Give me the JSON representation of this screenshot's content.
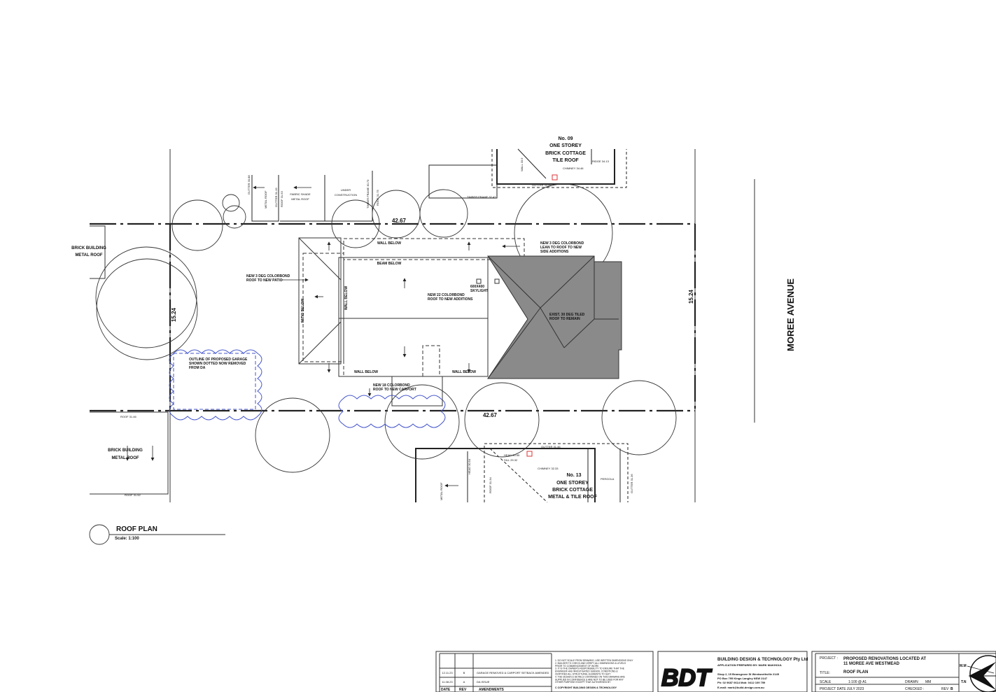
{
  "plan": {
    "lot_dim_top": "42.67",
    "lot_dim_bottom": "42.67",
    "lot_dim_left": "15.24",
    "lot_dim_right": "15.24",
    "street": "MOREE AVENUE",
    "no09": {
      "l1": "No. 09",
      "l2": "ONE STOREY",
      "l3": "BRICK COTTAGE",
      "l4": "TILE ROOF",
      "chimney": "CHIMNEY 34.46",
      "gutter": "GUTTER 33.55",
      "ridge": "RIDGE 34.13",
      "timber_frame": "TIMBER FRAME 32.47",
      "wall": "WALL 33.9"
    },
    "no13": {
      "l1": "No. 13",
      "l2": "ONE STOREY",
      "l3": "BRICK COTTAGE",
      "l4": "METAL & TILE ROOF",
      "chimney": "CHIMNEY 32.33",
      "gutter": "GUTTER 31.46",
      "head": "HEAD 30.55",
      "sill": "SILL 29.32",
      "pergola": "PERGOLA",
      "metal": "METAL ROOF",
      "roof": "ROOF 31.34",
      "head2": "HEAD 30.54",
      "gutter2": "GUTTER 31.36"
    },
    "brick_left_top": {
      "l1": "BRICK BUILDING",
      "l2": "METAL ROOF"
    },
    "brick_left_bottom": {
      "l1": "BRICK BUILDING",
      "l2": "METAL ROOF",
      "roof_top": "ROOF 31.46",
      "roof_bottom": "ROOF 31.52"
    },
    "top_labels": {
      "gutter": "GUTTER 30.88",
      "metal_roof": "METAL ROOF",
      "gutter2": "GUTTER 31.19",
      "roof2": "ROOF 31.53",
      "fabric": "FABRIC SHADE",
      "metal_roof2": "METAL ROOF",
      "under": "UNDER",
      "construction": "CONSTRUCTION",
      "timber": "TIMBER FRAME 30.73",
      "roof3": "ROOF 31.75"
    },
    "notes": {
      "patio": "NEW 3 DEG COLORBOND\nROOF TO NEW PATIO",
      "lean": "NEW 3 DEG COLORBOND\nLEAN TO ROOF TO NEW\nSIDE ADDITIONS",
      "additions": "NEW 22 COLORBOND\nROOF TO NEW ADDITIONS",
      "skylight": "600X400\nSKYLIGHT",
      "existing": "EXIST. 30 DEG TILED\nROOF TO REMAIN",
      "carport": "NEW 18 COLORBOND\nROOF TO NEW CARPORT",
      "garage": "OUTLINE OF PROPOSED GARAGE\nSHOWN DOTTED NOW REMOVED\nFROM DA",
      "wall_below_top": "WALL BELOW",
      "beam_below": "BEAM BELOW",
      "wall_below_v": "WALL BELOW",
      "patio_below": "PATIO BELOW",
      "wall_below_b1": "WALL BELOW",
      "wall_below_b2": "WALL BELOW"
    },
    "title": "ROOF PLAN",
    "scale": "Scale: 1:100"
  },
  "titleblock": {
    "rev_rows": [
      {
        "date": "12.11.23",
        "rev": "B",
        "amend": "GARAGE REMOVED & CARPORT SETBACK AMENDED"
      },
      {
        "date": "11.08.23",
        "rev": "A",
        "amend": "DA ISSUE"
      }
    ],
    "hdr_date": "DATE",
    "hdr_rev": "REV",
    "hdr_amend": "AMENDMENTS",
    "notes": [
      "1. DO NOT SCALE FROM DRAWING, USE WRITTEN DIMENSIONS ONLY",
      "2. BUILDER TO CHECK AND VERIFY ALL DIMENSIONS & LEVELS",
      "   PRIOR TO COMMENCEMENT OF WORK",
      "3. IT IS THE OWNER'S RESPONSIBILITY TO ENSURE THAT THE",
      "   ENGINEER HAS INVESTIGATED SUBSOIL CONDITIONS &",
      "   CERTIFIED ALL STRUCTURAL ELEMENTS TO SUIT",
      "4. THE DESIGN & DETAILS CONTAINED ON THIS DRAWING ARE",
      "   SUPPLIED IN CONFIDENCE & ARE NOT TO BE USED FOR ANY",
      "   OTHER PURPOSE EXCEPT THAT AUTHORISED BY"
    ],
    "copyright": "C  COPYRIGHT  BUILDING DESIGN & TECHNOLOGY",
    "logo": "BDT",
    "company": "BUILDING DESIGN & TECHNOLOGY Pty Ltd",
    "prepared": "APPLICATION PREPARED BY: MARK MAKHOUL",
    "addr1": "Shop 2, 15 Bransgrove St Wentworthville 2145",
    "addr2": "PO Box 795 Kings Langley NSW 2147",
    "phone": "Ph: 02 9687 0614 Mob: 0412 109 759",
    "email": "E-mail: mark@build-design.com.au",
    "project_label": "PROJECT :",
    "project": "PROPOSED RENOVATIONS LOCATED AT",
    "project2": "11 MOREE AVE WESTMEAD",
    "title_label": "TITLE:",
    "title": "ROOF PLAN",
    "scale_label": "SCALE",
    "scale": "1:100 @ A1",
    "drawn_label": "DRAWN",
    "drawn": "MM",
    "date_label": "PROJECT DATE :",
    "date": "JULY 2023",
    "checked_label": "CHECKED :",
    "rev_label": "REV",
    "rev": "B",
    "north_mm": "M.M",
    "north_tn": "T.N"
  }
}
